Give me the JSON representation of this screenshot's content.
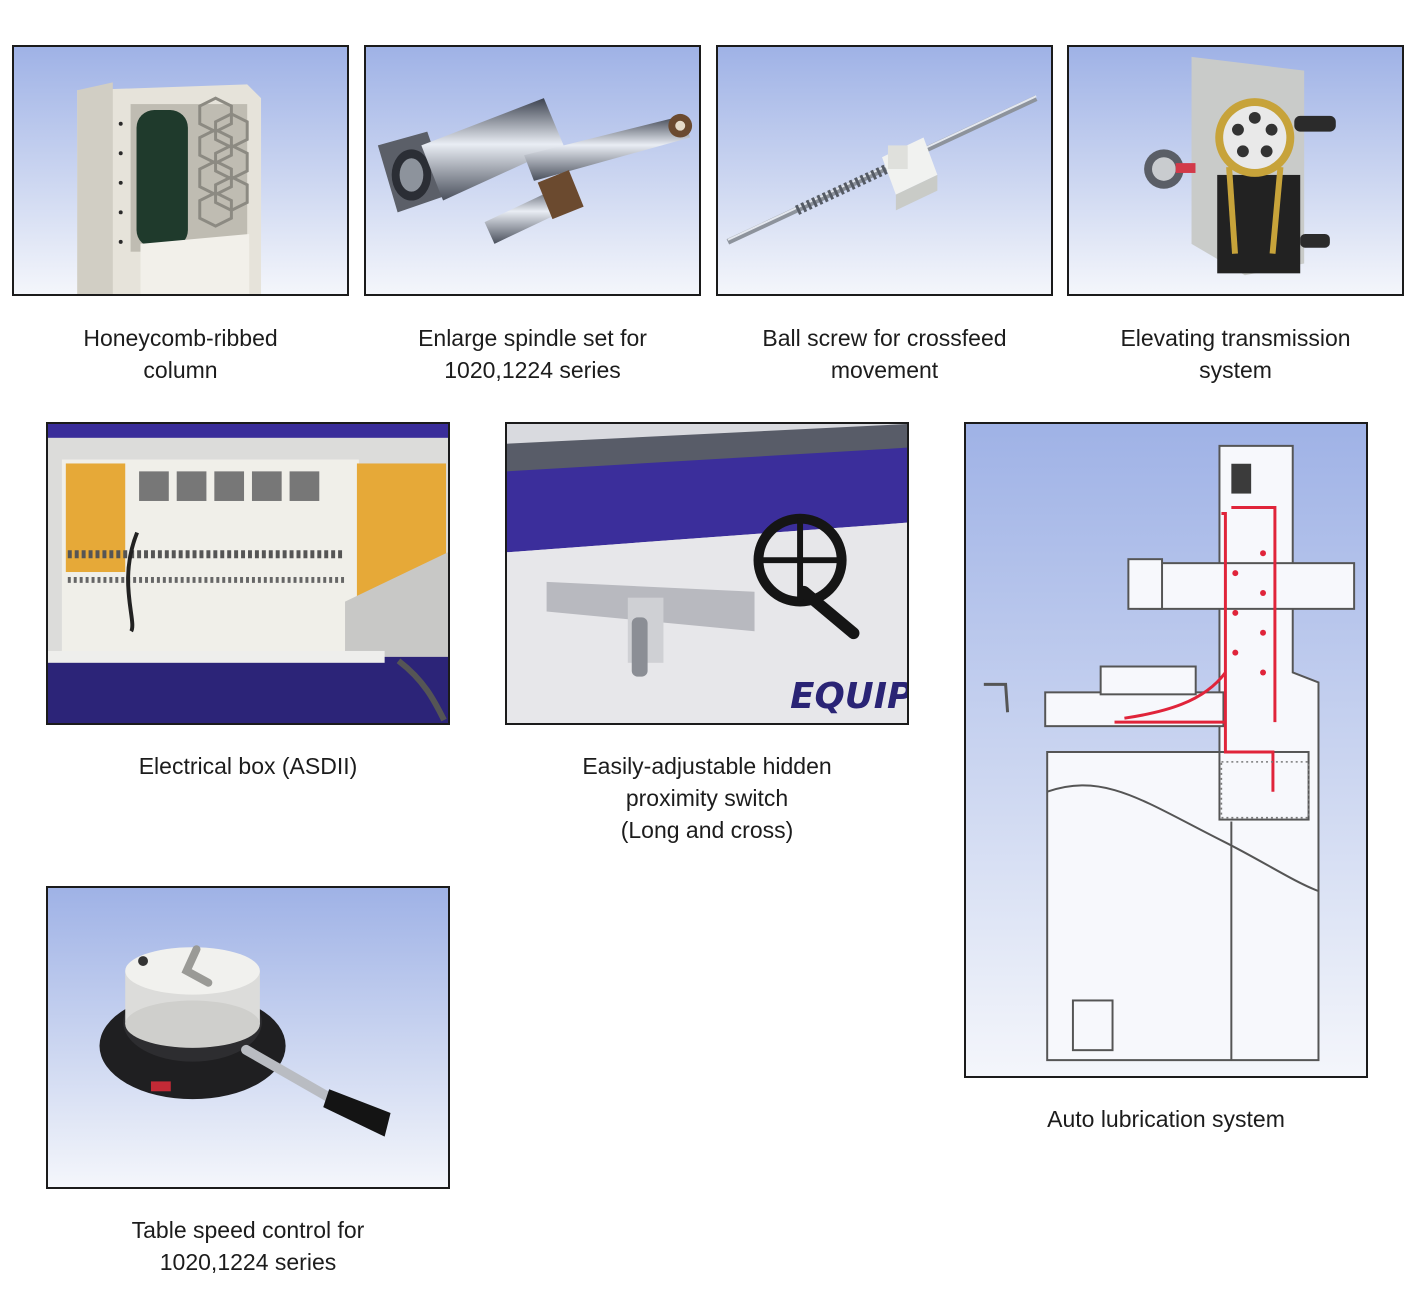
{
  "items": [
    {
      "caption": [
        "Honeycomb-ribbed",
        "column"
      ],
      "icon": "honeycomb-column-photo"
    },
    {
      "caption": [
        "Enlarge spindle set for",
        "1020,1224 series"
      ],
      "icon": "spindle-set-photo"
    },
    {
      "caption": [
        "Ball screw for crossfeed",
        "movement"
      ],
      "icon": "ball-screw-photo"
    },
    {
      "caption": [
        "Elevating transmission",
        "system"
      ],
      "icon": "transmission-photo"
    },
    {
      "caption": [
        "Electrical box (ASDII)"
      ],
      "icon": "electrical-box-photo"
    },
    {
      "caption": [
        "Easily-adjustable hidden",
        "proximity switch",
        "(Long and cross)"
      ],
      "icon": "proximity-switch-photo",
      "brand_text": "EQUIPTO"
    },
    {
      "caption": [
        "Auto lubrication system"
      ],
      "icon": "lubrication-diagram"
    },
    {
      "caption": [
        "Table speed control for",
        "1020,1224 series"
      ],
      "icon": "speed-control-photo"
    }
  ],
  "colors": {
    "frame_border": "#1b1b1b",
    "sky_top": "#9fb2e6",
    "sky_bottom": "#f4f6fb",
    "machine_purple": "#3a2d9a",
    "lube_red": "#e0243a"
  }
}
